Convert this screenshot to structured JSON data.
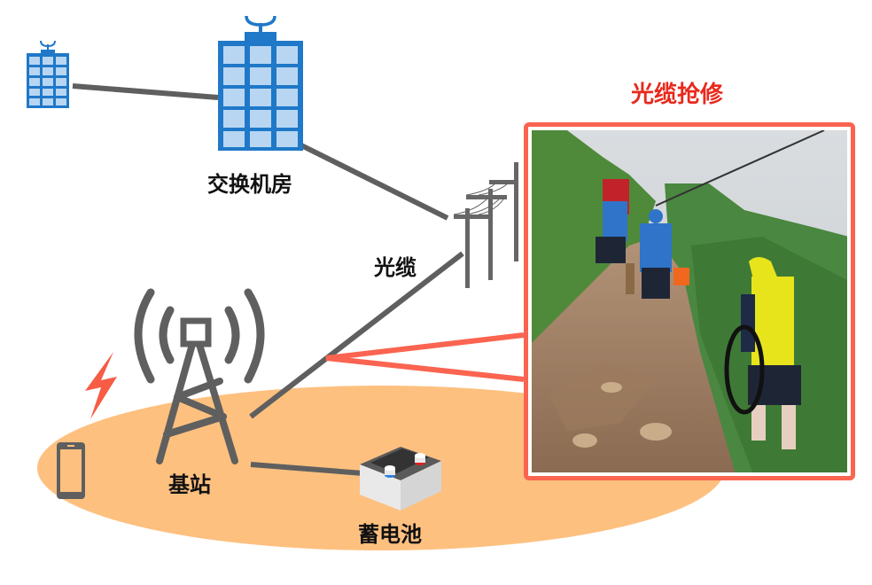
{
  "diagram": {
    "title": "光缆抢修",
    "labels": {
      "switch_room": "交换机房",
      "fiber_cable": "光缆",
      "base_station": "基站",
      "battery": "蓄电池"
    },
    "nodes": [
      {
        "id": "remote-building",
        "icon": "building-icon"
      },
      {
        "id": "switch-room",
        "icon": "building-icon",
        "label": "交换机房"
      },
      {
        "id": "utility-poles",
        "icon": "utility-pole-icon"
      },
      {
        "id": "base-station",
        "icon": "cell-tower-icon",
        "label": "基站"
      },
      {
        "id": "battery",
        "icon": "battery-icon",
        "label": "蓄电池"
      },
      {
        "id": "phone",
        "icon": "mobile-phone-icon"
      },
      {
        "id": "signal",
        "icon": "lightning-icon"
      }
    ],
    "edges": [
      {
        "from": "remote-building",
        "to": "switch-room"
      },
      {
        "from": "switch-room",
        "to": "utility-poles"
      },
      {
        "from": "utility-poles",
        "to": "base-station",
        "label": "光缆"
      },
      {
        "from": "base-station",
        "to": "battery"
      }
    ],
    "colors": {
      "building_blue": "#1f78c8",
      "window_blue": "#b8d6f2",
      "line_gray": "#5f5f5f",
      "coverage_orange": "#fec07f",
      "callout_red": "#fa6450",
      "title_red": "#e8291c",
      "lightning_red": "#f75c45"
    },
    "photo": {
      "caption": "光缆抢修",
      "description": "repair crew walking on a muddy hillside path carrying fiber cable coil and equipment"
    }
  }
}
